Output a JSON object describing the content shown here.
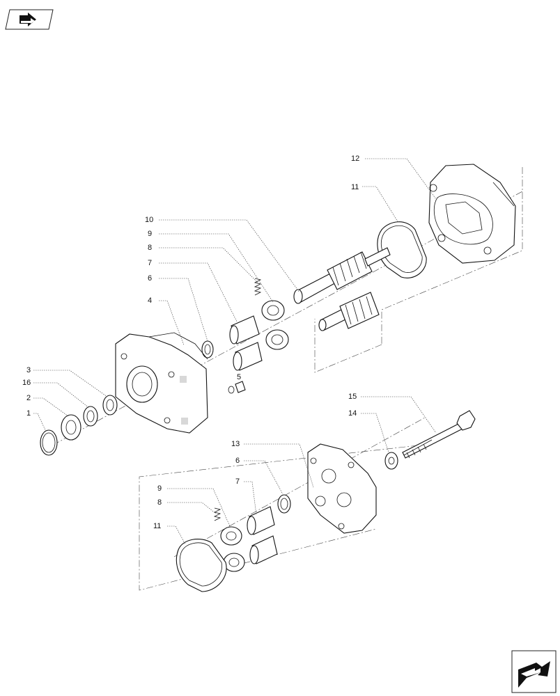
{
  "nav": {
    "prev_icon": "arrow-right-icon",
    "next_icon": "arrow-down-right-icon"
  },
  "callouts": [
    "12",
    "11",
    "10",
    "9",
    "8",
    "7",
    "6",
    "4",
    "5",
    "3",
    "16",
    "2",
    "1",
    "15",
    "14",
    "13",
    "6",
    "7",
    "9",
    "8",
    "11"
  ]
}
